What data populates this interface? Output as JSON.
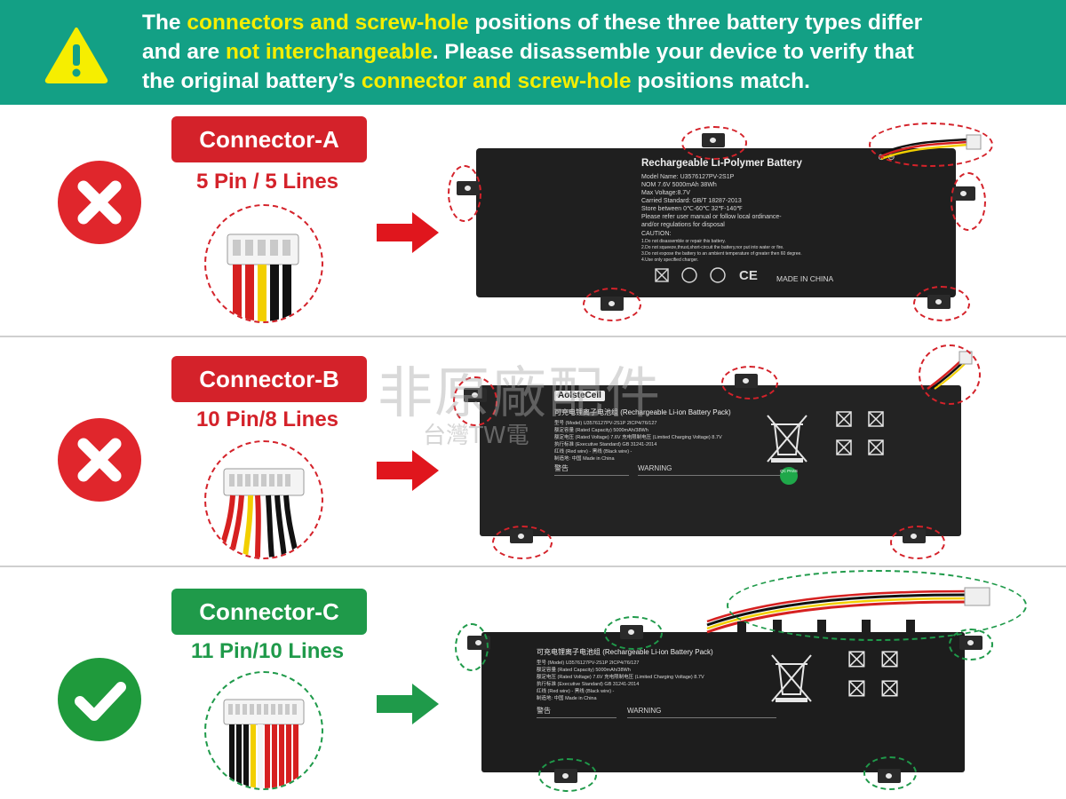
{
  "banner": {
    "line1_a": "The ",
    "line1_b": "connectors and screw-hole",
    "line1_c": " positions of these three battery types differ",
    "line2_a": "and are ",
    "line2_b": "not interchangeable",
    "line2_c": ". Please disassemble your device to verify that",
    "line3_a": "the original battery’s ",
    "line3_b": "connector and screw-hole",
    "line3_c": " positions match."
  },
  "colors": {
    "banner": "#13a085",
    "highlight": "#f6ee00",
    "red": "#d4222a",
    "green": "#1f9a4a"
  },
  "sections": [
    {
      "connector": "Connector-A",
      "pins": "5 Pin / 5 Lines",
      "status": "incompatible",
      "status_icon": "red-x-icon",
      "battery": {
        "title": "Rechargeable Li-Polymer Battery",
        "model": "Model Name: U3576127PV-2S1P",
        "nom": "NOM  7.6V  5000mAh 38Wh",
        "max": "Max  Voltage:8.7V",
        "carried": "Carried Standard: GB/T 18287-2013",
        "store": "Store  between 0℃-60℃ 32℉-140℉",
        "please": "Please refer user manual or follow local ordinance-",
        "please2": "and/or regulations for disposal",
        "caution": "CAUTION:",
        "c1": "1.Do not disassemble or repair this battery.",
        "c2": "2.Do not squeeze,thrust,short-circuit the battery,nor put into water or fire.",
        "c3": "3.Do not expose the battery to an ambient temperature of greater then 60 degree.",
        "c4": "4.Use only specified charger.",
        "made": "MADE IN CHINA",
        "polarity": "⊕ ⊖"
      }
    },
    {
      "connector": "Connector-B",
      "pins": "10 Pin/8 Lines",
      "status": "incompatible",
      "status_icon": "red-x-icon",
      "battery": {
        "brand": "AolsteCell",
        "title": "可充电锂离子电池组 (Rechargeable Li-ion Battery Pack)",
        "l1": "型号 (Model) U3576127PV-2S1P    2ICP4/76/127",
        "l2": "额定容量 (Rated Capacity) 5000mAh/38Wh",
        "l3": "额定电压 (Rated Voltage) 7.6V    充电限制电压 (Limited Charging Voltage) 8.7V",
        "l4": "执行标准 (Executive Standard) GB 31241-2014",
        "l5": "红线 (Red wire) -      黑线 (Black wire) -",
        "l6": "制造地: 中国   Made in China",
        "warn_cn": "警告",
        "warn_en": "WARNING",
        "pass": "QC PASS"
      }
    },
    {
      "connector": "Connector-C",
      "pins": "11 Pin/10 Lines",
      "status": "compatible",
      "status_icon": "green-check-icon",
      "battery": {
        "title": "可充电锂离子电池组 (Rechargeable Li-ion Battery Pack)",
        "l1": "型号 (Model) U3576127PV-2S1P    2ICP4/76/127",
        "l2": "额定容量 (Rated Capacity) 5000mAh/38Wh",
        "l3": "额定电压 (Rated Voltage) 7.6V    充电限制电压 (Limited Charging Voltage) 8.7V",
        "l4": "执行标准 (Executive Standard) GB 31241-2014",
        "l5": "红线 (Red wire) -      黑线 (Black wire) -",
        "l6": "制造地: 中国   Made in China",
        "warn_cn": "警告",
        "warn_en": "WARNING"
      }
    }
  ],
  "watermark": {
    "main": "非原廠配件",
    "sub": "台灣TW電"
  }
}
